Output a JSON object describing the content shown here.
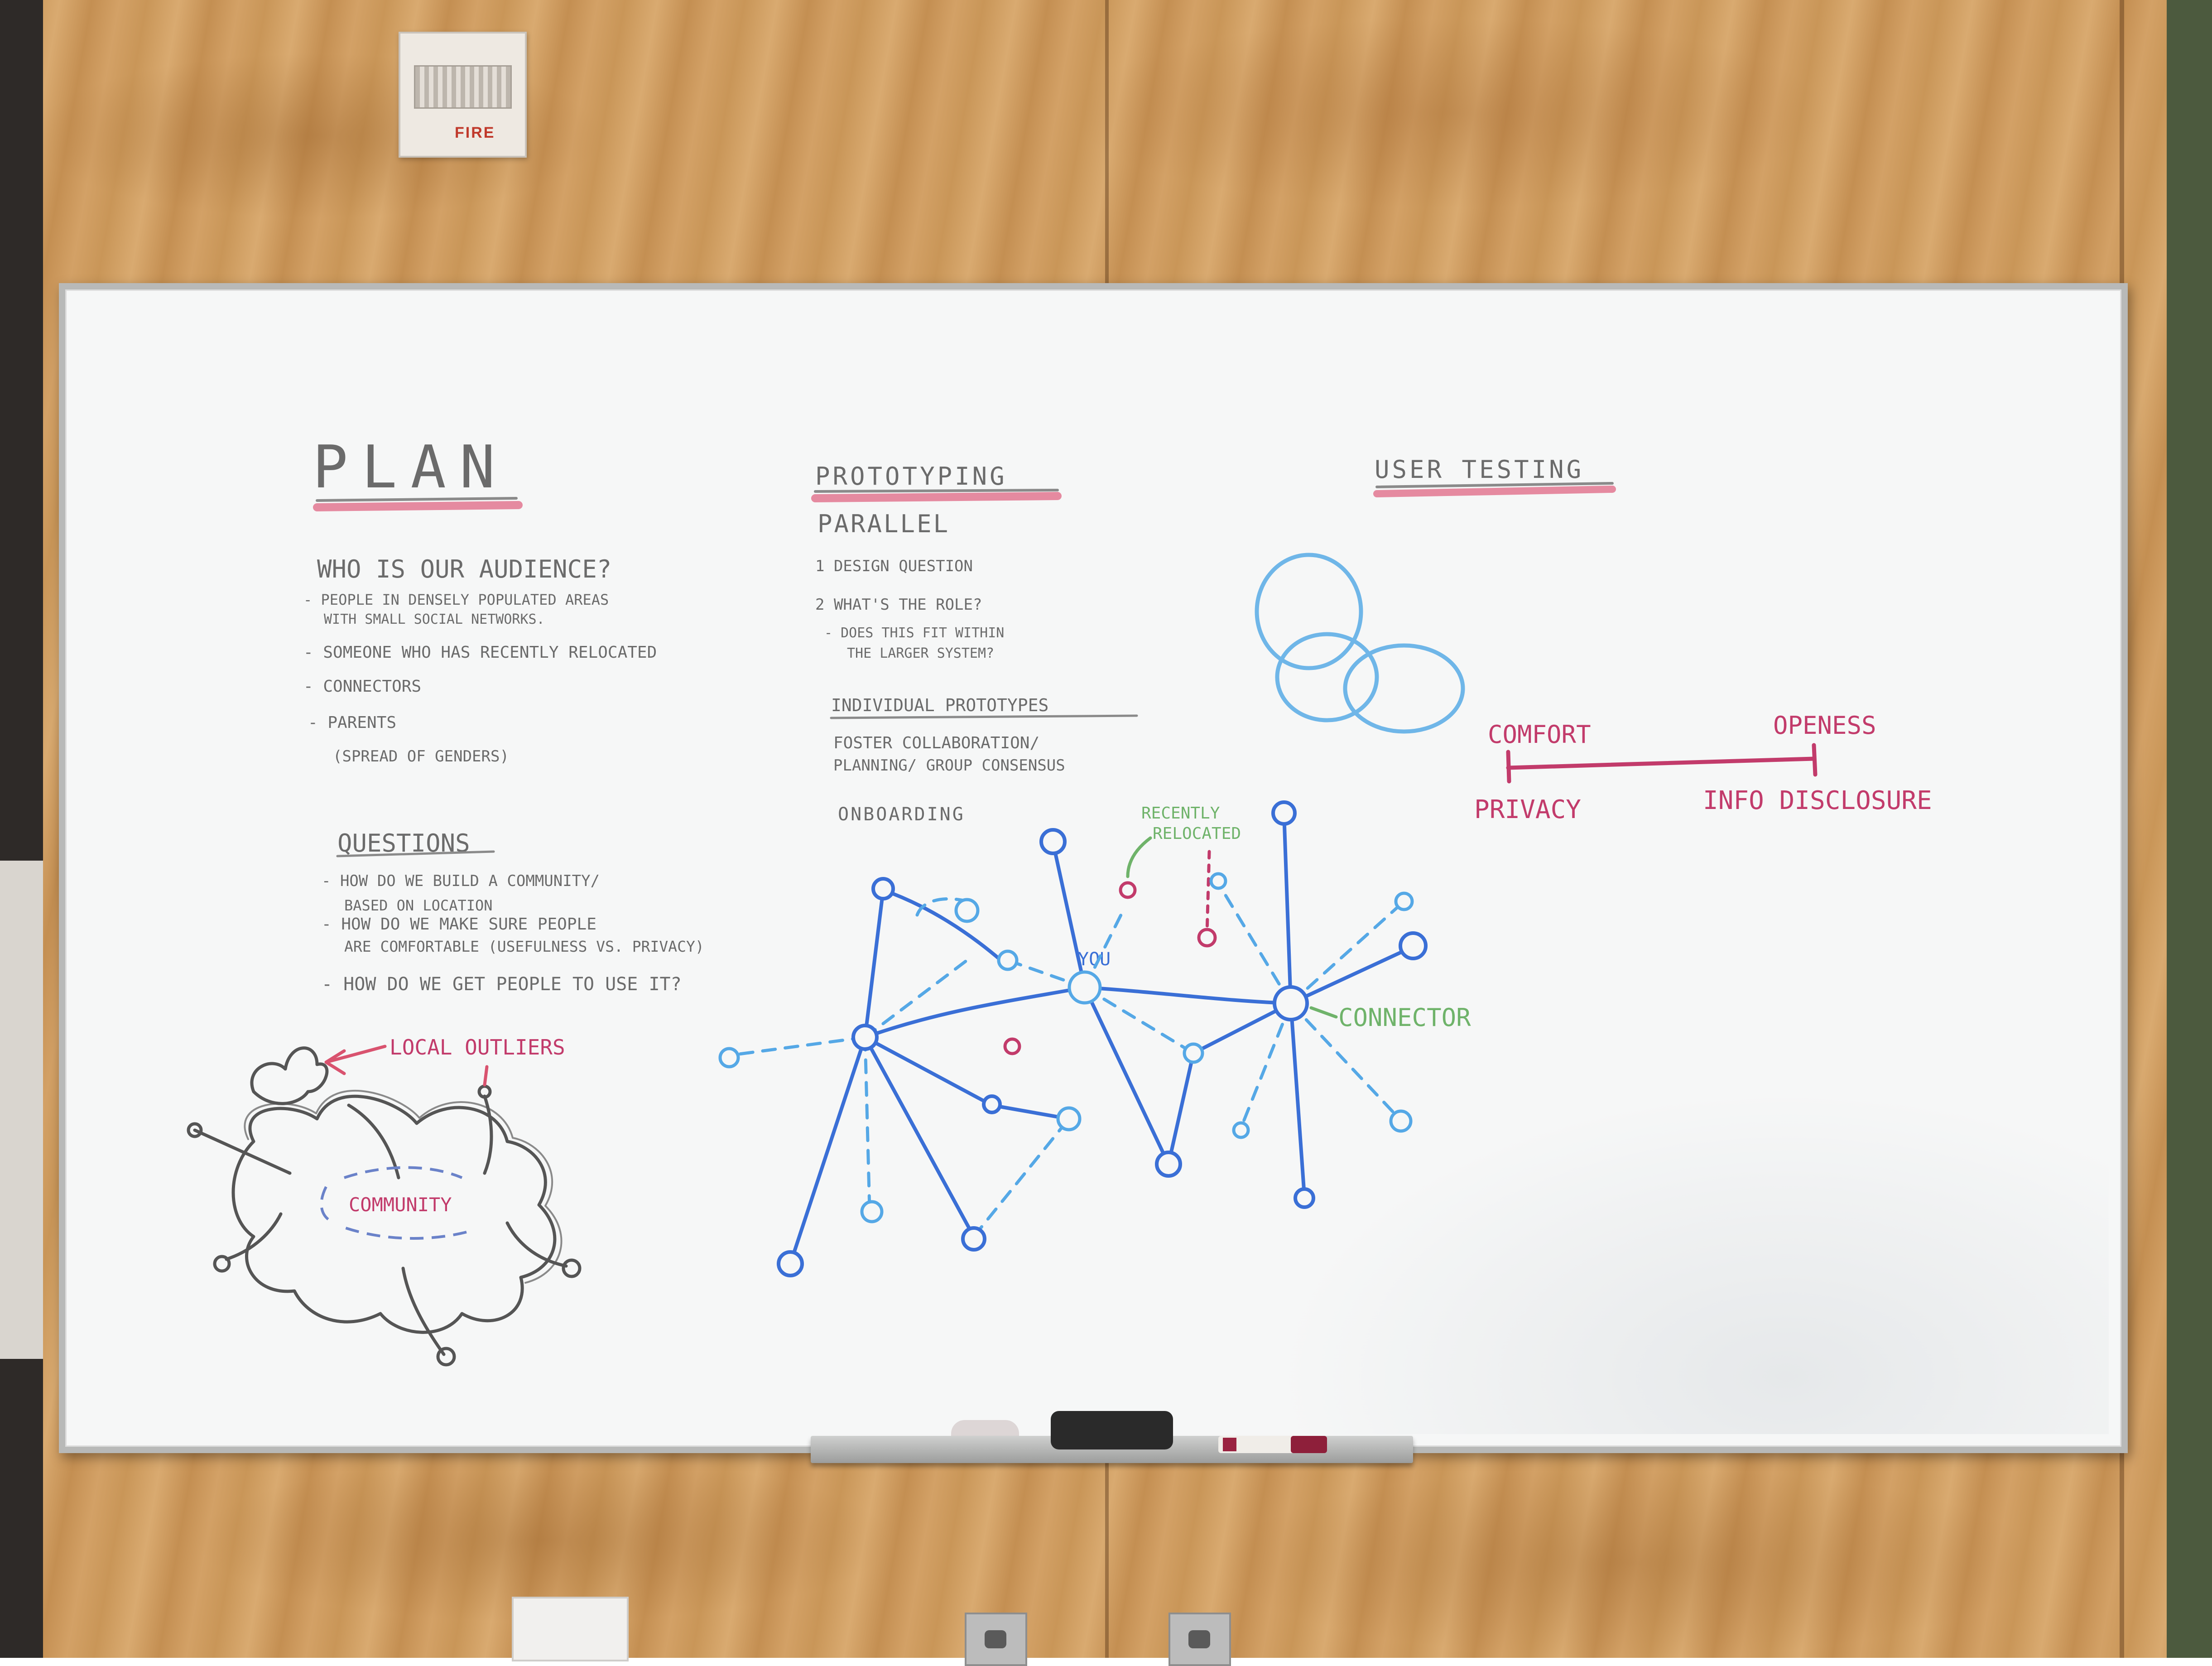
{
  "fire_alarm": {
    "label": "FIRE"
  },
  "board": {
    "plan": {
      "heading": "PLAN",
      "audience_question": "WHO IS OUR AUDIENCE?",
      "audience_items": [
        "- PEOPLE IN DENSELY POPULATED AREAS",
        "WITH SMALL SOCIAL NETWORKS.",
        "- SOMEONE WHO HAS RECENTLY RELOCATED",
        "- CONNECTORS",
        "- PARENTS",
        "(SPREAD OF GENDERS)"
      ],
      "questions_heading": "QUESTIONS",
      "questions_items": [
        "- HOW DO WE BUILD A COMMUNITY/",
        "BASED ON LOCATION",
        "- HOW DO WE MAKE SURE PEOPLE",
        "ARE COMFORTABLE (USEFULNESS VS. PRIVACY)",
        "- HOW DO WE GET PEOPLE TO USE IT?"
      ],
      "outliers_label": "LOCAL OUTLIERS",
      "community_label": "COMMUNITY"
    },
    "prototyping": {
      "heading": "PROTOTYPING",
      "parallel": "PARALLEL",
      "items": [
        "1 DESIGN QUESTION",
        "2 WHAT'S THE ROLE?",
        "- DOES THIS FIT WITHIN",
        "THE LARGER SYSTEM?"
      ],
      "individual_heading": "INDIVIDUAL PROTOTYPES",
      "individual_items": [
        "FOSTER COLLABORATION/",
        "PLANNING/ GROUP CONSENSUS"
      ],
      "onboarding": "ONBOARDING",
      "recently_relocated": [
        "RECENTLY",
        "RELOCATED"
      ],
      "you_label": "YOU",
      "connector_label": "CONNECTOR"
    },
    "user_testing": {
      "heading": "USER TESTING",
      "comfort": "COMFORT",
      "openess": "OPENESS",
      "privacy": "PRIVACY",
      "info_disclosure": "INFO DISCLOSURE"
    }
  },
  "colors": {
    "grey_marker": "#6b6b6b",
    "red_marker": "#c23b6b",
    "blue_marker": "#3a6fd6",
    "light_blue_marker": "#55a8e6",
    "green_marker": "#6fb36a"
  }
}
